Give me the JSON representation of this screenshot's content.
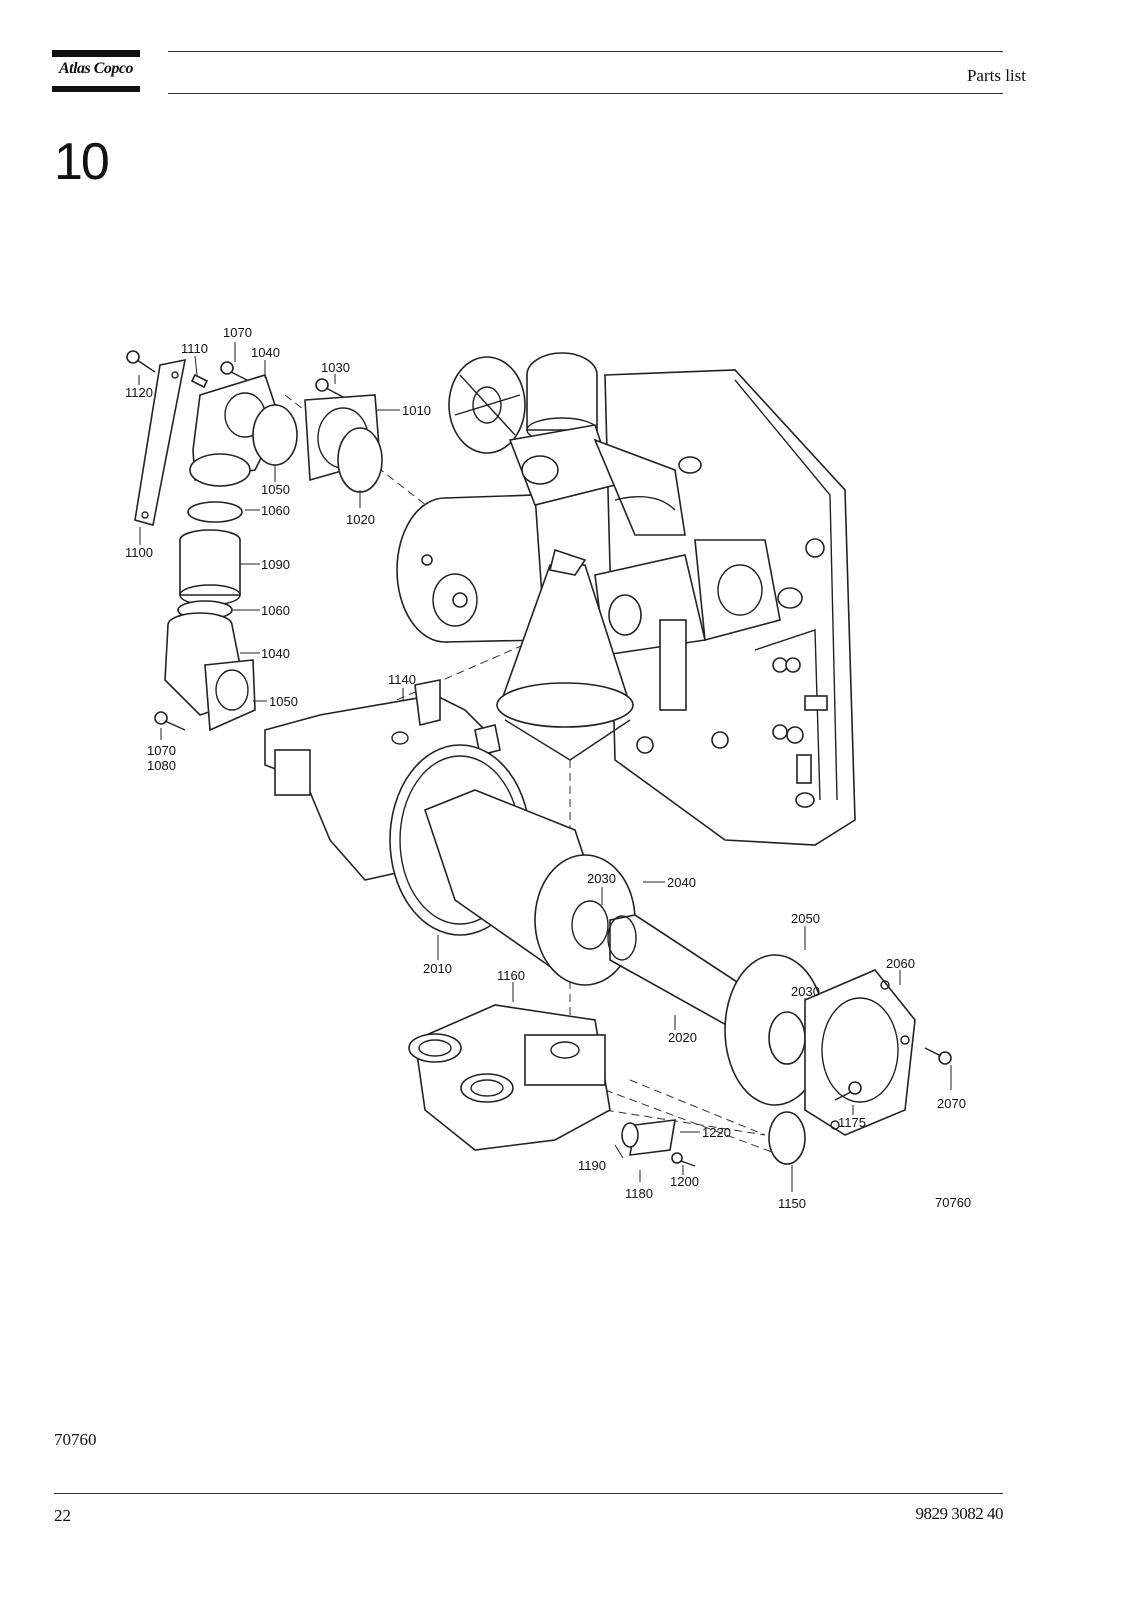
{
  "header": {
    "logo_text": "Atlas Copco",
    "title": "Parts list"
  },
  "section": {
    "number": "10"
  },
  "diagram": {
    "labels": {
      "p1070a": "1070",
      "p1110": "1110",
      "p1040a": "1040",
      "p1120": "1120",
      "p1030": "1030",
      "p1010": "1010",
      "p1050a": "1050",
      "p1060a": "1060",
      "p1020": "1020",
      "p1100": "1100",
      "p1090": "1090",
      "p1060b": "1060",
      "p1040b": "1040",
      "p1140": "1140",
      "p1050b": "1050",
      "p1070b": "1070",
      "p1080": "1080",
      "p2030a": "2030",
      "p2040": "2040",
      "p2050": "2050",
      "p2010": "2010",
      "p1160": "1160",
      "p2060": "2060",
      "p2030b": "2030",
      "p2020": "2020",
      "p2070": "2070",
      "p1175": "1175",
      "p1220": "1220",
      "p1190": "1190",
      "p1200": "1200",
      "p1180": "1180",
      "p1150": "1150",
      "figure_id": "70760"
    }
  },
  "footer": {
    "figure_ref": "70760",
    "page_number": "22",
    "doc_number": "9829 3082 40"
  }
}
